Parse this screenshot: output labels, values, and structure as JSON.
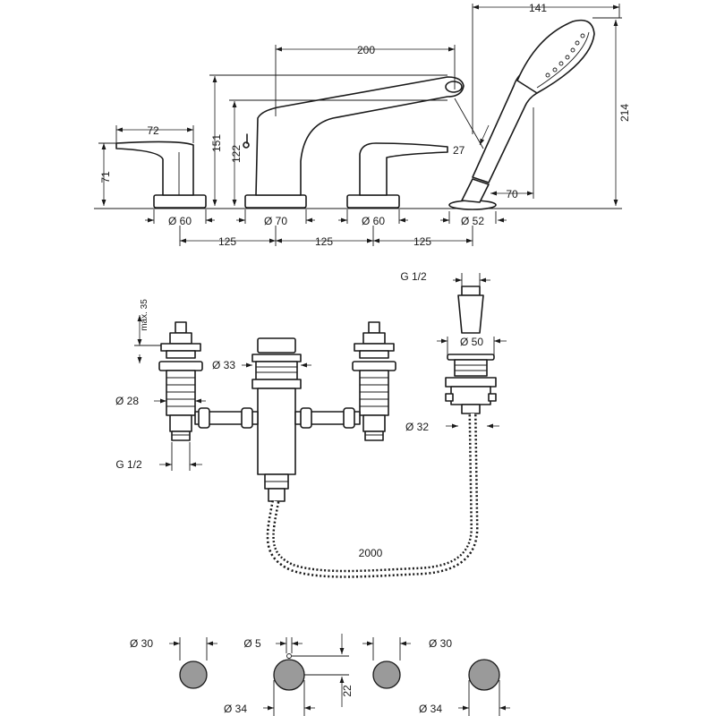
{
  "top_view": {
    "dims": {
      "w141": "141",
      "w200": "200",
      "w72": "72",
      "h214": "214",
      "h151": "151",
      "h122": "122",
      "h71": "71",
      "a27": "27",
      "w70": "70",
      "d60_left": "Ø 60",
      "d70": "Ø 70",
      "d60_right": "Ø 60",
      "d52": "Ø 52",
      "s125_a": "125",
      "s125_b": "125",
      "s125_c": "125"
    }
  },
  "install_view": {
    "dims": {
      "g12_top": "G 1/2",
      "max35": "max. 35",
      "d33": "Ø 33",
      "d28": "Ø 28",
      "g12_left": "G 1/2",
      "d50": "Ø 50",
      "d32": "Ø 32",
      "hose": "2000"
    }
  },
  "holes_view": {
    "dims": {
      "d30_left": "Ø 30",
      "d5": "Ø 5",
      "d30_right": "Ø 30",
      "d34_left": "Ø 34",
      "h22": "22",
      "d34_right": "Ø 34"
    }
  }
}
